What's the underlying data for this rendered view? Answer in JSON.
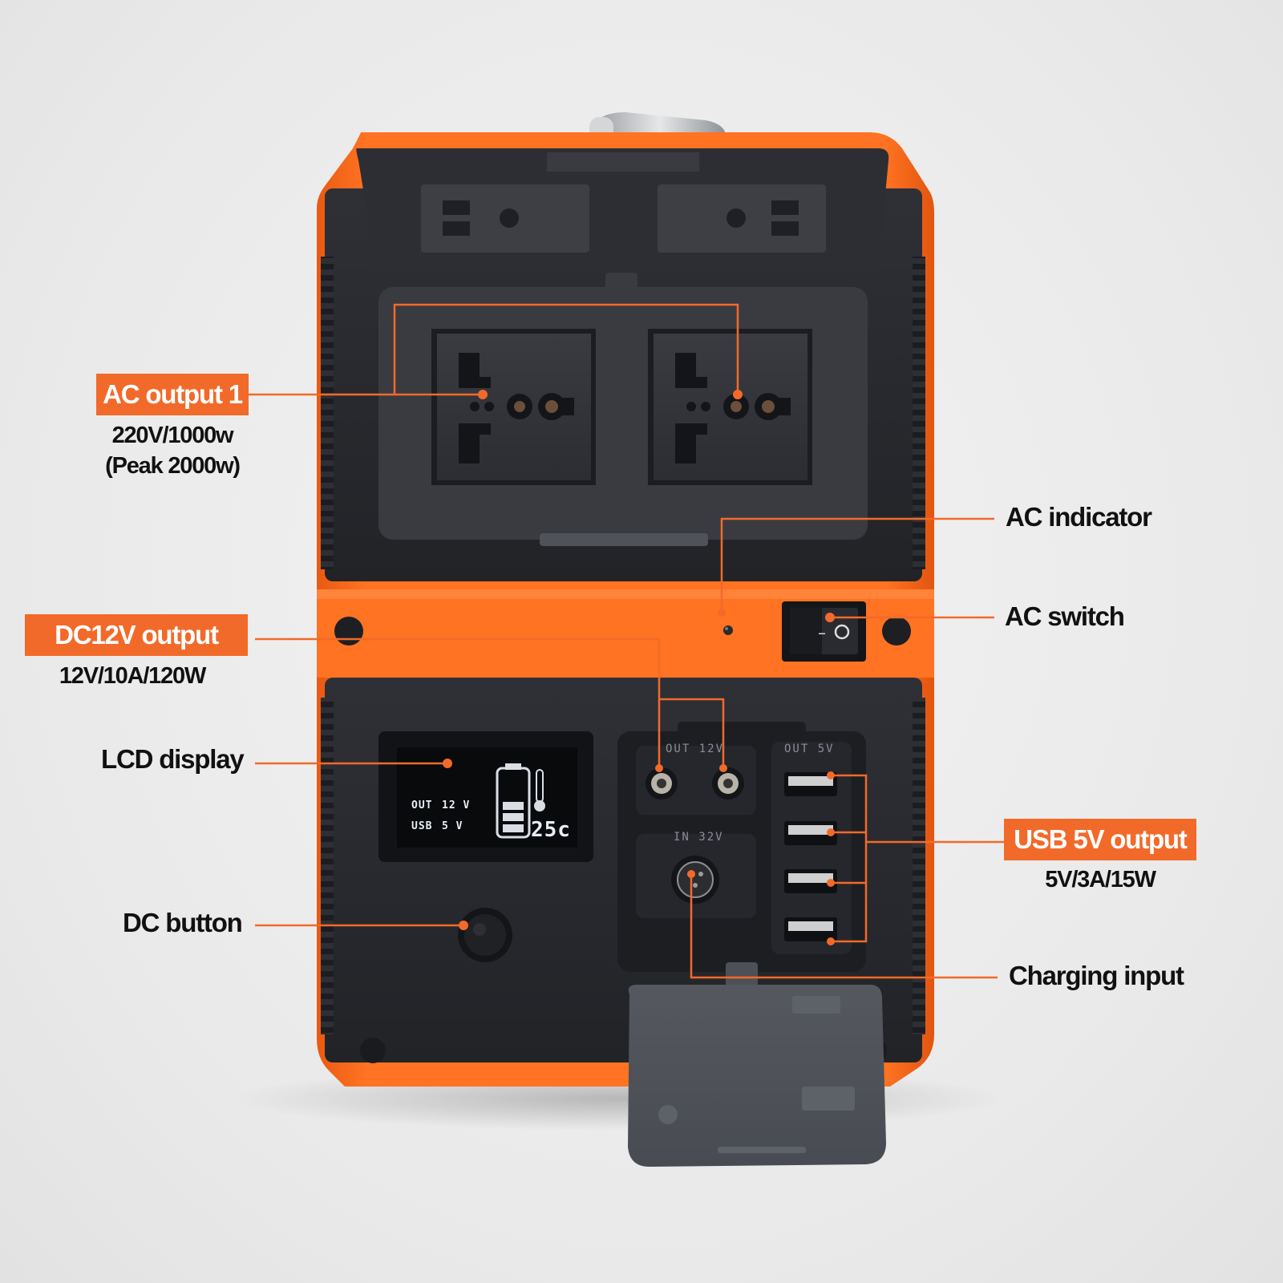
{
  "callouts": {
    "ac_output": {
      "label": "AC output 1",
      "spec_line1": "220V/1000w",
      "spec_line2": "(Peak 2000w)"
    },
    "ac_indicator": {
      "label": "AC indicator"
    },
    "ac_switch": {
      "label": "AC switch"
    },
    "dc12v_output": {
      "label": "DC12V output",
      "spec": "12V/10A/120W"
    },
    "lcd_display": {
      "label": "LCD display"
    },
    "dc_button": {
      "label": "DC button"
    },
    "usb_output": {
      "label": "USB 5V output",
      "spec": "5V/3A/15W"
    },
    "charging_input": {
      "label": "Charging input"
    }
  },
  "device": {
    "lcd": {
      "line1_key": "OUT",
      "line1_val": "12 V",
      "line2_key": "USB",
      "line2_val": "5 V",
      "temperature": "25c"
    },
    "silkscreen": {
      "out12": "OUT 12V",
      "out5": "OUT 5V",
      "in32": "IN 32V"
    },
    "switch": {
      "off": "–",
      "on": "O"
    }
  },
  "colors": {
    "accent": "#f26a2a",
    "body_orange": "#ff6a1a",
    "panel_dark": "#2a2b30",
    "leader_line": "#f26a2a"
  }
}
